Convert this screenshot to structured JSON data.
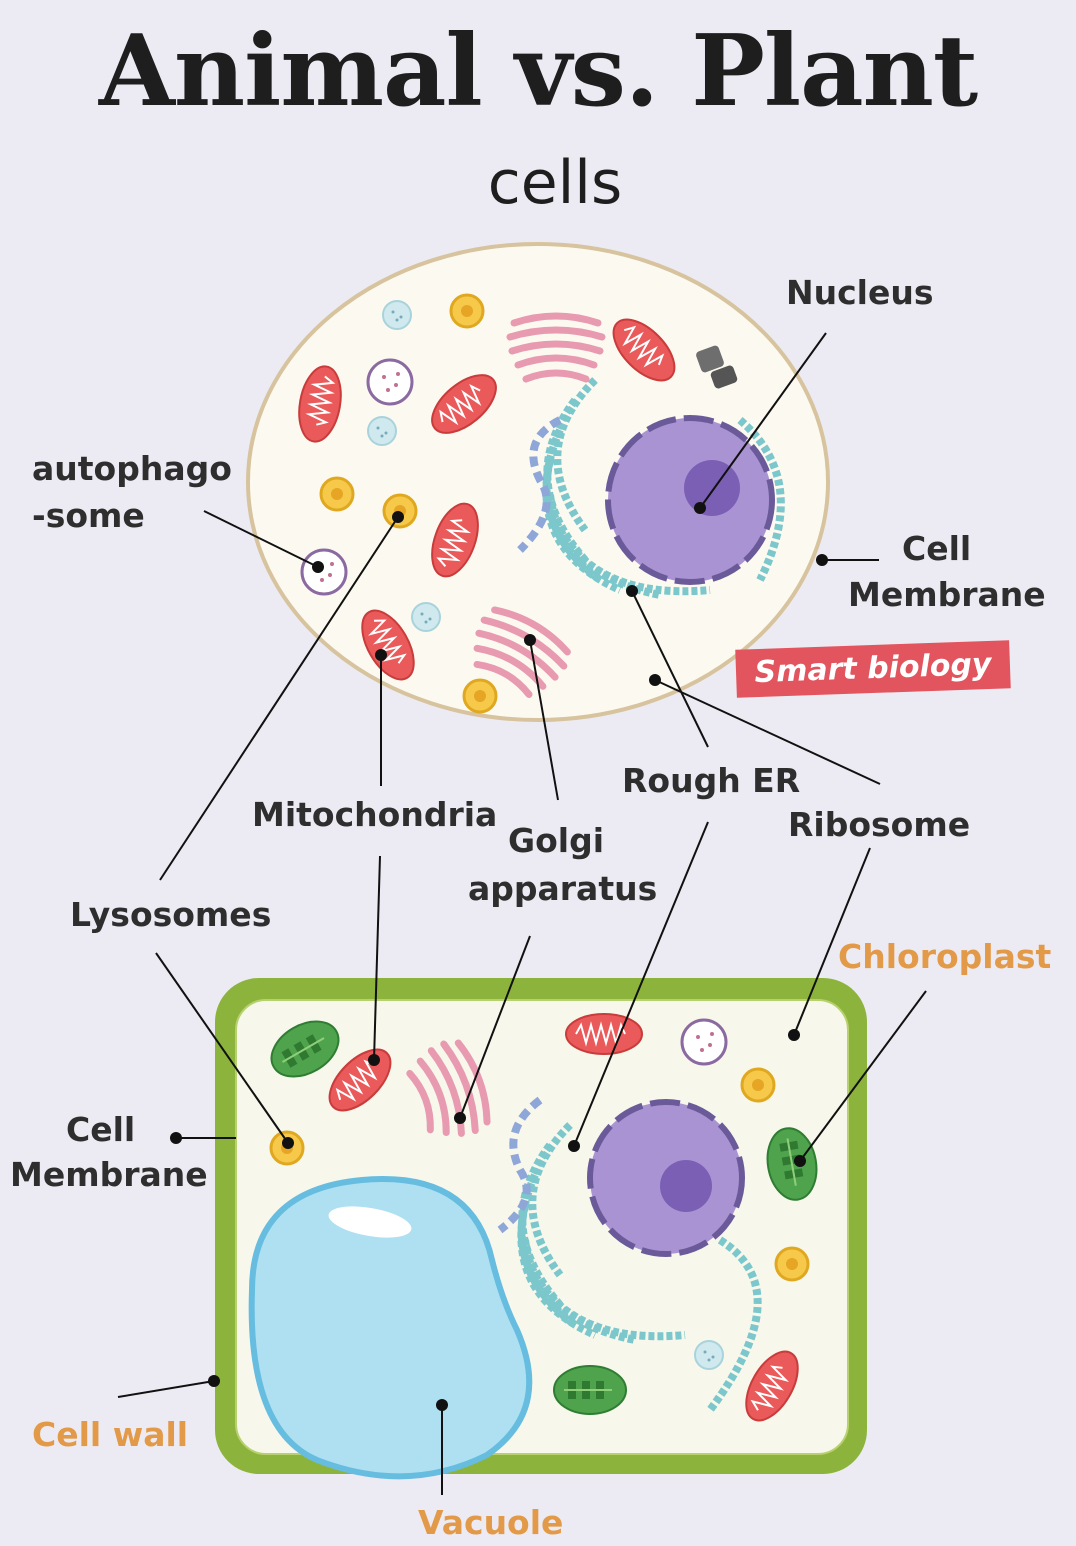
{
  "title": "Animal vs. Plant",
  "subtitle": "cells",
  "watermark": "Smart biology",
  "labels": {
    "nucleus": "Nucleus",
    "autophagosome_line1": "autophago",
    "autophagosome_line2": "-some",
    "animal_cell_membrane_line1": "Cell",
    "animal_cell_membrane_line2": "Membrane",
    "rough_er": "Rough ER",
    "ribosome": "Ribosome",
    "mitochondria": "Mitochondria",
    "golgi_line1": "Golgi",
    "golgi_line2": "apparatus",
    "lysosomes": "Lysosomes",
    "chloroplast": "Chloroplast",
    "plant_cell_membrane_line1": "Cell",
    "plant_cell_membrane_line2": "Membrane",
    "cell_wall": "Cell wall",
    "vacuole": "Vacuole"
  },
  "colors": {
    "background": "#ecebf3",
    "plant_label": "#e39a48",
    "watermark": "#e2545e",
    "cell_wall": "#8cb43c",
    "nucleus": "#a993d3",
    "rough_er": "#7cc7cc",
    "golgi": "#e79ab0",
    "mitochondria": "#ea5a5a",
    "vacuole": "#aee0f2",
    "chloroplast": "#4fa34d",
    "lysosome": "#f2c232"
  }
}
